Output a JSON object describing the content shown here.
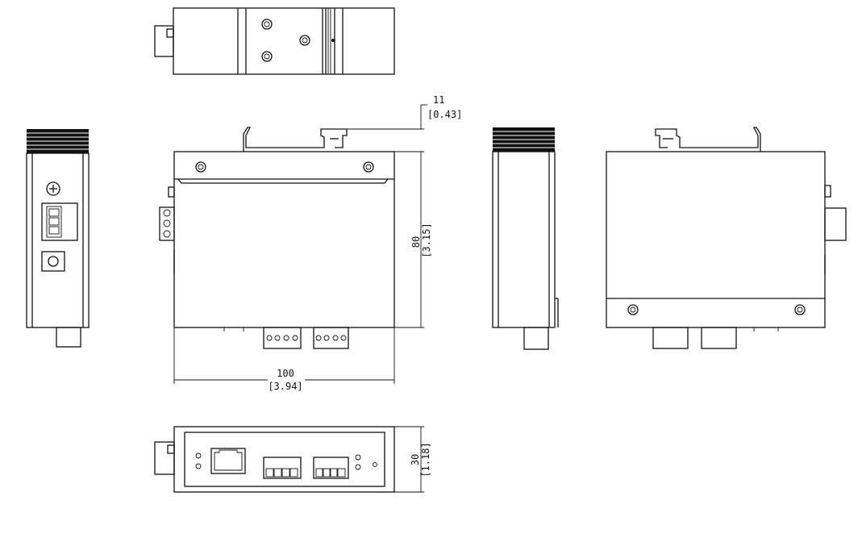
{
  "dimensions": {
    "width": {
      "mm": "100",
      "inch": "[3.94]"
    },
    "height": {
      "mm": "80",
      "inch": "[3.15]"
    },
    "rail_offset": {
      "mm": "11",
      "inch": "[0.43]"
    },
    "depth": {
      "mm": "30",
      "inch": "[1.18]"
    }
  },
  "colors": {
    "line": "#111111",
    "background": "#ffffff"
  }
}
